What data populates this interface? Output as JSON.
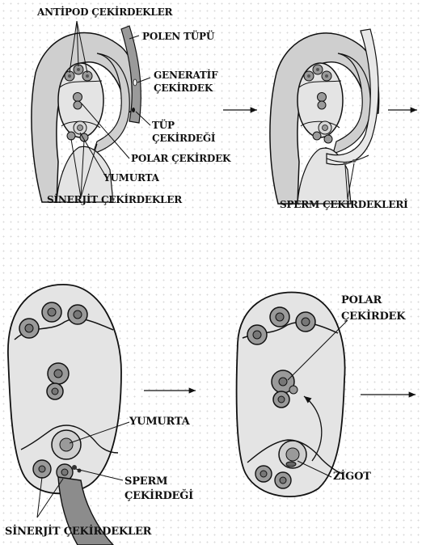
{
  "labels": {
    "antipod": "ANTİPOD ÇEKİRDEKLER",
    "polen_tupu": "POLEN TÜPÜ",
    "generatif_1": "GENERATİF",
    "generatif_2": "ÇEKİRDEK",
    "tup_1": "TÜP",
    "tup_2": "ÇEKİRDEĞİ",
    "polar_top": "POLAR ÇEKİRDEK",
    "yumurta_top": "YUMURTA",
    "sinerjit_top": "SİNERJİT ÇEKİRDEKLER",
    "sperm_top": "SPERM ÇEKİRDEKLERİ",
    "yumurta_bottom": "YUMURTA",
    "sperm_1": "SPERM",
    "sperm_2": "ÇEKİRDEĞİ",
    "sinerjit_bottom": "SİNERJİT ÇEKİRDEKLER",
    "polar_1": "POLAR",
    "polar_2": "ÇEKİRDEK",
    "zigot": "ZİGOT"
  },
  "colors": {
    "ovule_fill": "#cfcfcf",
    "sac_fill": "#e4e4e4",
    "nucleus_fill": "#9a9a9a",
    "stroke": "#111111"
  }
}
